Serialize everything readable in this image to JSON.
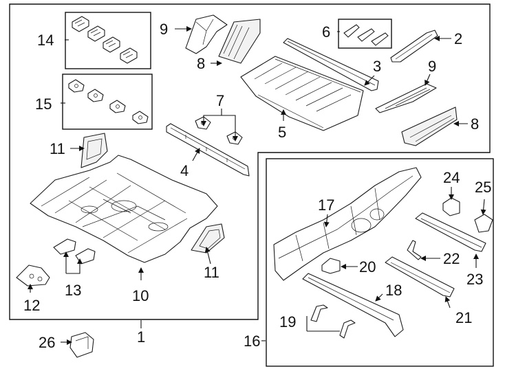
{
  "diagram": {
    "callouts": {
      "c1": "1",
      "c2": "2",
      "c3": "3",
      "c4": "4",
      "c5": "5",
      "c6": "6",
      "c7": "7",
      "c8a": "8",
      "c8b": "8",
      "c9a": "9",
      "c9b": "9",
      "c10": "10",
      "c11a": "11",
      "c11b": "11",
      "c12": "12",
      "c13": "13",
      "c14": "14",
      "c15": "15",
      "c16": "16",
      "c17": "17",
      "c18": "18",
      "c19": "19",
      "c20": "20",
      "c21": "21",
      "c22": "22",
      "c23": "23",
      "c24": "24",
      "c25": "25",
      "c26": "26"
    }
  }
}
